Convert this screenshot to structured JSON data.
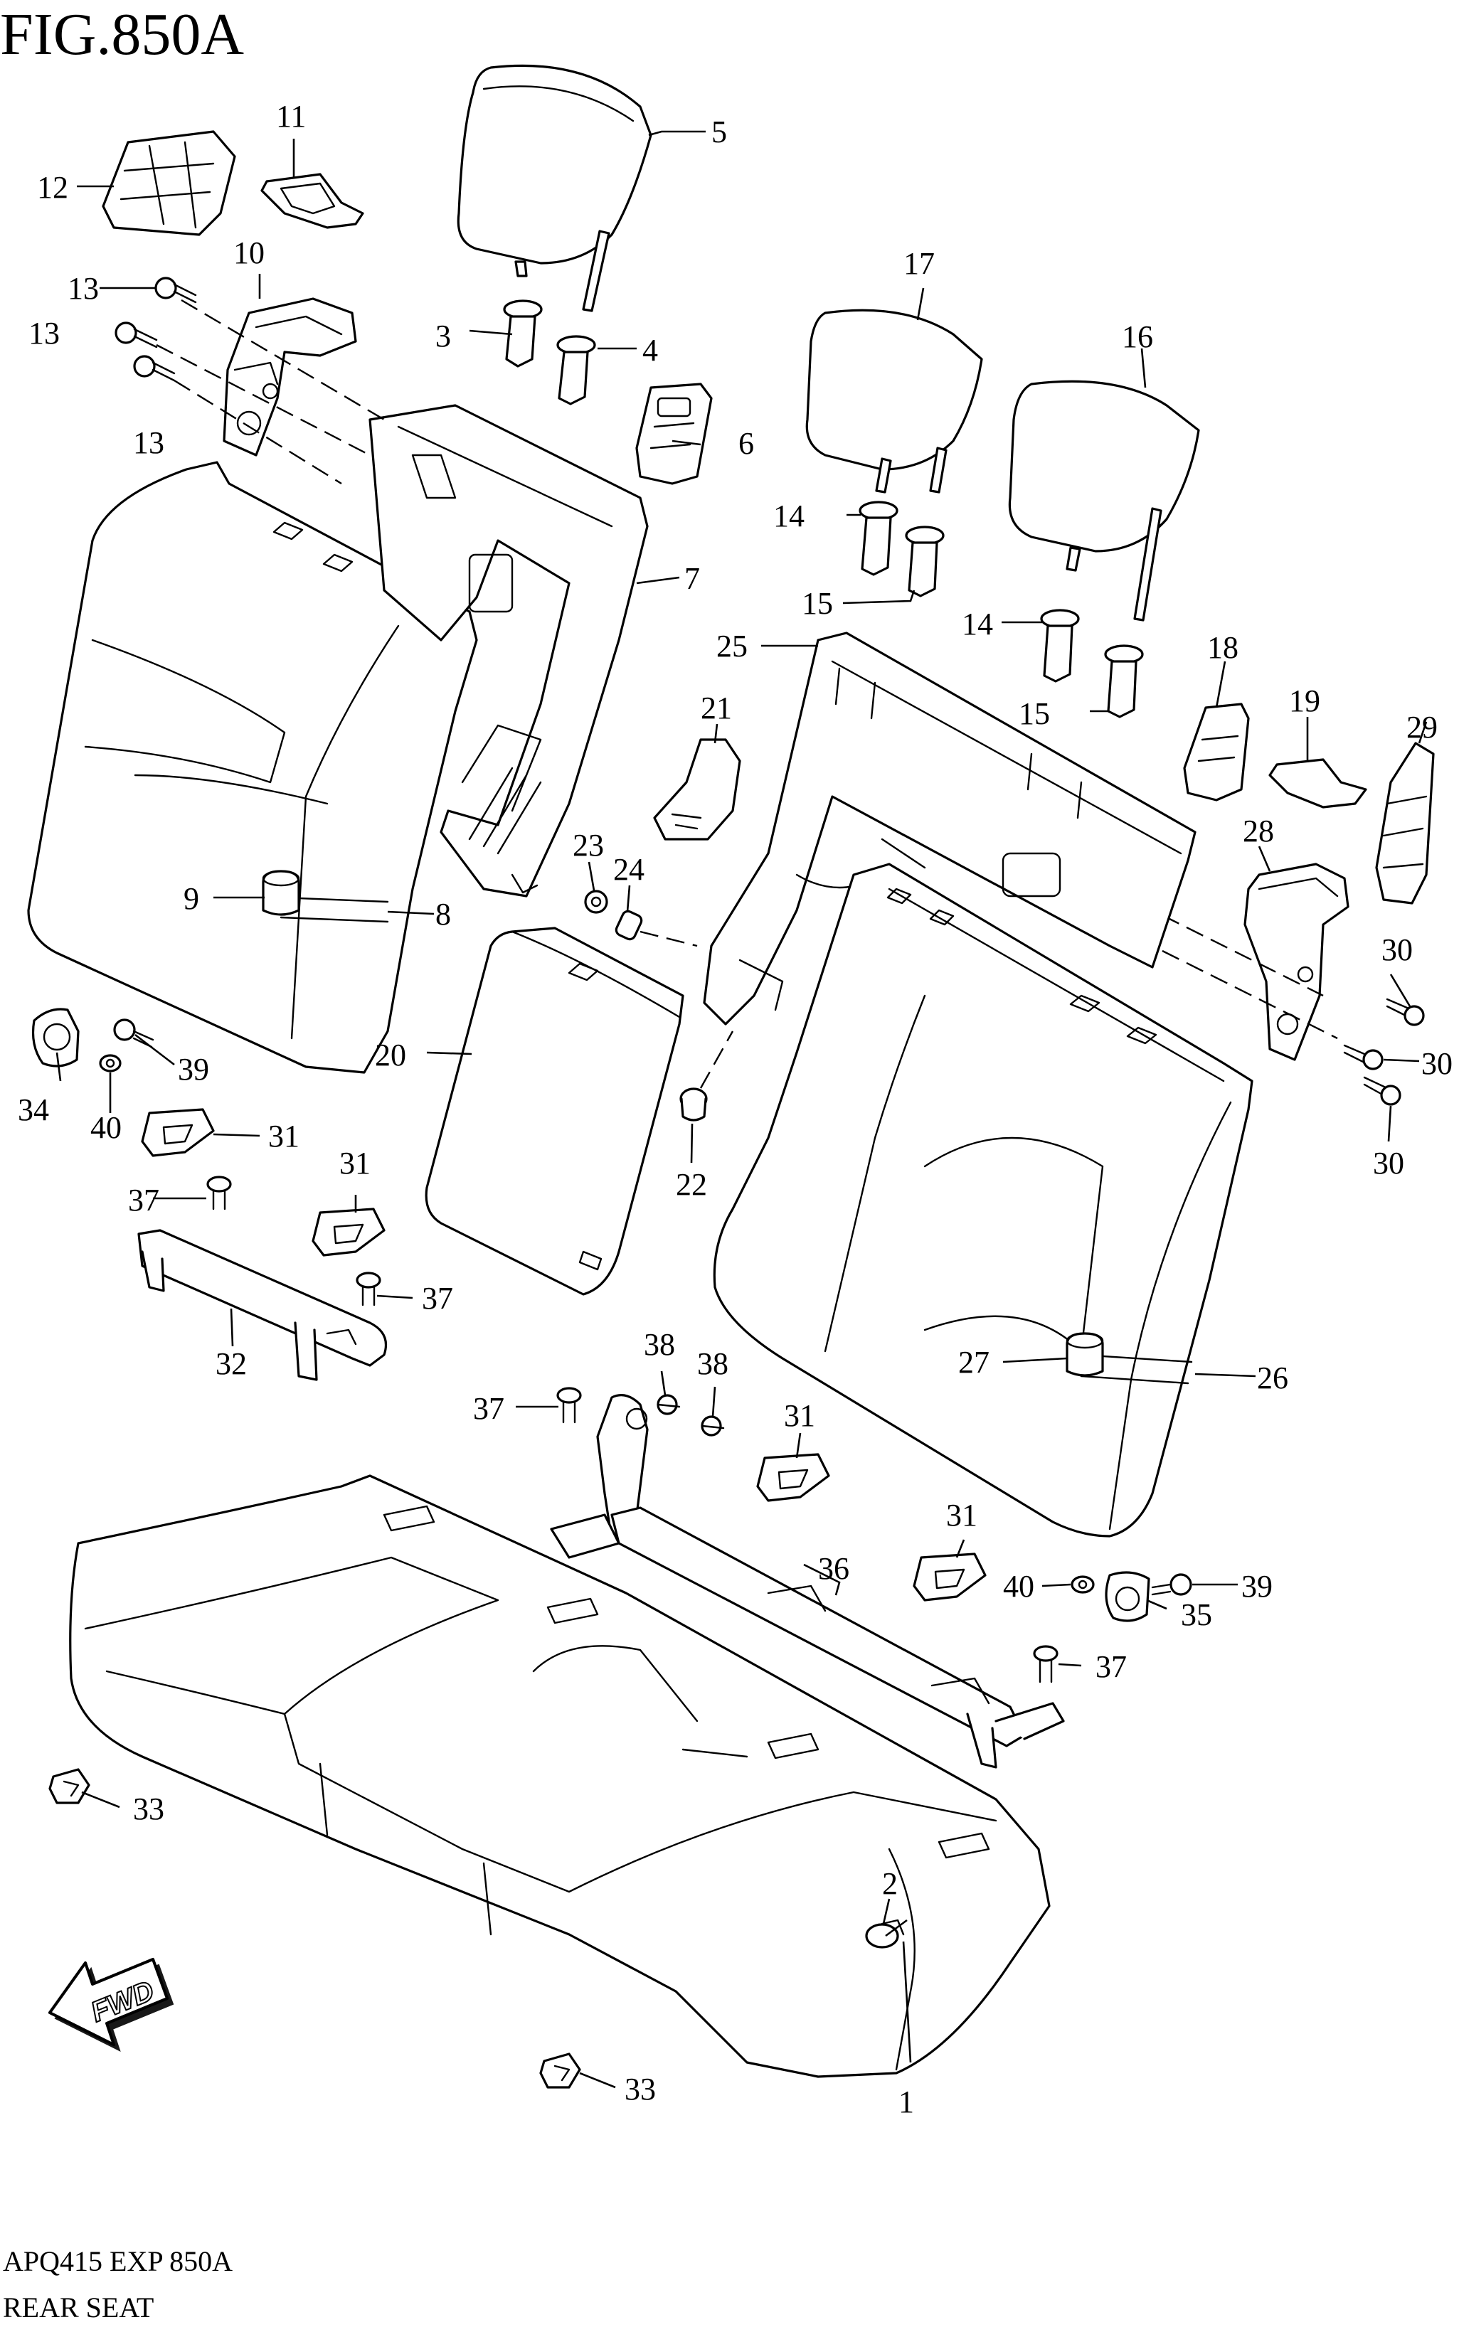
{
  "figure": {
    "title": "FIG.850A",
    "model_code": "APQ415 EXP 850A",
    "section": "REAR SEAT",
    "direction_label": "FWD"
  },
  "callouts": [
    {
      "id": "c1",
      "label": "1"
    },
    {
      "id": "c2",
      "label": "2"
    },
    {
      "id": "c3",
      "label": "3"
    },
    {
      "id": "c4",
      "label": "4"
    },
    {
      "id": "c5",
      "label": "5"
    },
    {
      "id": "c6",
      "label": "6"
    },
    {
      "id": "c7",
      "label": "7"
    },
    {
      "id": "c8",
      "label": "8"
    },
    {
      "id": "c9",
      "label": "9"
    },
    {
      "id": "c10",
      "label": "10"
    },
    {
      "id": "c11",
      "label": "11"
    },
    {
      "id": "c12",
      "label": "12"
    },
    {
      "id": "c13a",
      "label": "13"
    },
    {
      "id": "c13b",
      "label": "13"
    },
    {
      "id": "c13c",
      "label": "13"
    },
    {
      "id": "c14a",
      "label": "14"
    },
    {
      "id": "c14b",
      "label": "14"
    },
    {
      "id": "c15a",
      "label": "15"
    },
    {
      "id": "c15b",
      "label": "15"
    },
    {
      "id": "c16",
      "label": "16"
    },
    {
      "id": "c17",
      "label": "17"
    },
    {
      "id": "c18",
      "label": "18"
    },
    {
      "id": "c19",
      "label": "19"
    },
    {
      "id": "c20",
      "label": "20"
    },
    {
      "id": "c21",
      "label": "21"
    },
    {
      "id": "c22",
      "label": "22"
    },
    {
      "id": "c23",
      "label": "23"
    },
    {
      "id": "c24",
      "label": "24"
    },
    {
      "id": "c25",
      "label": "25"
    },
    {
      "id": "c26",
      "label": "26"
    },
    {
      "id": "c27",
      "label": "27"
    },
    {
      "id": "c28",
      "label": "28"
    },
    {
      "id": "c29",
      "label": "29"
    },
    {
      "id": "c30a",
      "label": "30"
    },
    {
      "id": "c30b",
      "label": "30"
    },
    {
      "id": "c30c",
      "label": "30"
    },
    {
      "id": "c31a",
      "label": "31"
    },
    {
      "id": "c31b",
      "label": "31"
    },
    {
      "id": "c31c",
      "label": "31"
    },
    {
      "id": "c31d",
      "label": "31"
    },
    {
      "id": "c32",
      "label": "32"
    },
    {
      "id": "c33a",
      "label": "33"
    },
    {
      "id": "c33b",
      "label": "33"
    },
    {
      "id": "c34",
      "label": "34"
    },
    {
      "id": "c35",
      "label": "35"
    },
    {
      "id": "c36",
      "label": "36"
    },
    {
      "id": "c37a",
      "label": "37"
    },
    {
      "id": "c37b",
      "label": "37"
    },
    {
      "id": "c37c",
      "label": "37"
    },
    {
      "id": "c37d",
      "label": "37"
    },
    {
      "id": "c38a",
      "label": "38"
    },
    {
      "id": "c38b",
      "label": "38"
    },
    {
      "id": "c39a",
      "label": "39"
    },
    {
      "id": "c39b",
      "label": "39"
    },
    {
      "id": "c40a",
      "label": "40"
    },
    {
      "id": "c40b",
      "label": "40"
    }
  ]
}
